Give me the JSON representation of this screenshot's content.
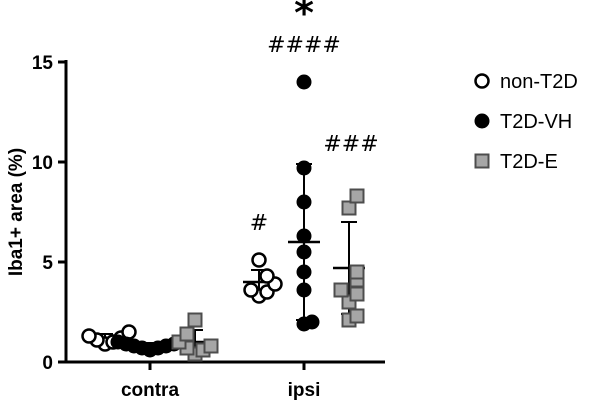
{
  "chart_data": {
    "type": "scatter",
    "ylabel": "Iba1+ area (%)",
    "ylim": [
      0,
      15
    ],
    "yticks": [
      0,
      5,
      10,
      15
    ],
    "categories": [
      "contra",
      "ipsi"
    ],
    "series": [
      {
        "name": "non-T2D",
        "marker": "open-circle",
        "color": "#ffffff",
        "values": {
          "contra": [
            0.9,
            1.0,
            1.1,
            1.2,
            1.3,
            1.5
          ],
          "ipsi": [
            3.3,
            3.5,
            3.6,
            3.9,
            4.3,
            5.1
          ]
        },
        "mean": {
          "contra": 1.2,
          "ipsi": 4.0
        },
        "sd": {
          "contra": 0.2,
          "ipsi": 0.6
        }
      },
      {
        "name": "T2D-VH",
        "marker": "filled-circle",
        "color": "#000000",
        "values": {
          "contra": [
            0.6,
            0.7,
            0.7,
            0.8,
            0.8,
            0.9,
            0.9,
            1.0,
            1.0
          ],
          "ipsi": [
            1.9,
            2.0,
            3.6,
            4.5,
            5.5,
            6.3,
            8.0,
            9.7,
            14.0
          ]
        },
        "mean": {
          "contra": 0.8,
          "ipsi": 6.0
        },
        "sd": {
          "contra": 0.15,
          "ipsi": 3.9
        }
      },
      {
        "name": "T2D-E",
        "marker": "grey-square",
        "color": "#a6a6a6",
        "values": {
          "contra": [
            0.4,
            0.6,
            0.7,
            0.8,
            1.0,
            1.4,
            2.1
          ],
          "ipsi": [
            2.1,
            2.3,
            3.0,
            3.4,
            3.6,
            4.1,
            4.5,
            7.7,
            8.3
          ]
        },
        "mean": {
          "contra": 1.0,
          "ipsi": 4.7
        },
        "sd": {
          "contra": 0.6,
          "ipsi": 2.3
        }
      }
    ],
    "annotations": {
      "non_t2d_ipsi": "#",
      "t2d_vh_ipsi": "####",
      "t2d_vh_ipsi_star": "*",
      "t2d_e_ipsi": "###"
    },
    "legend_placement": "right",
    "grid": false
  }
}
